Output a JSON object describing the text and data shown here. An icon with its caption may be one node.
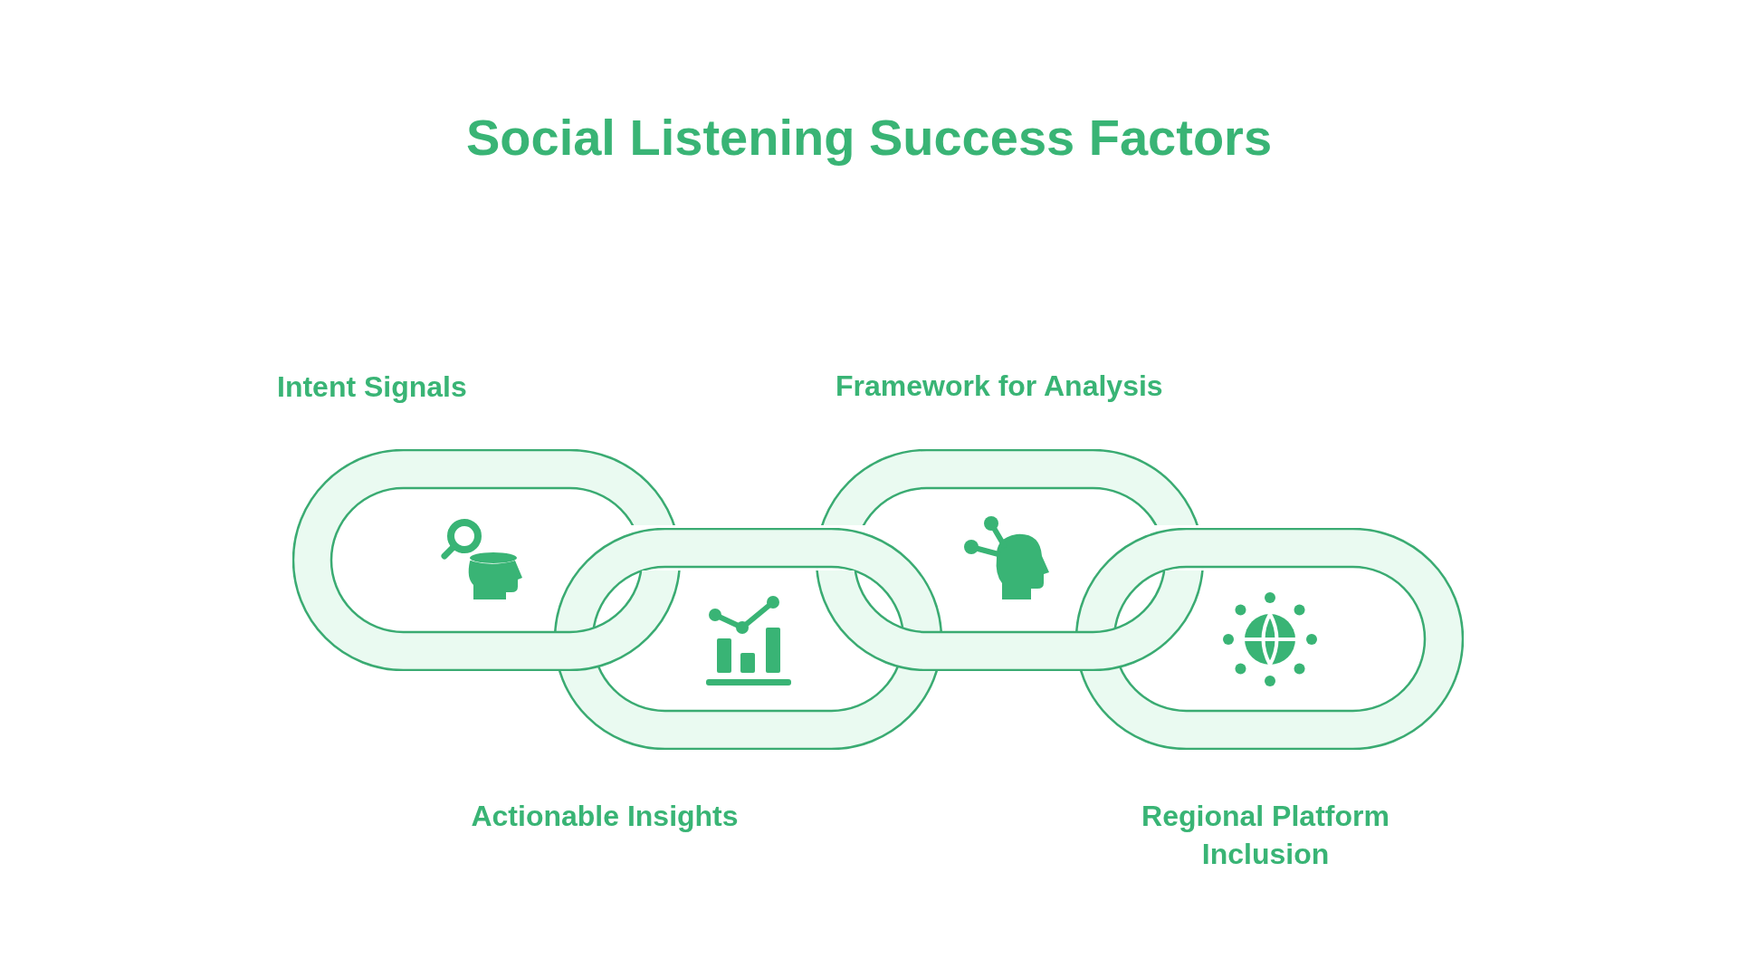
{
  "diagram": {
    "title": "Social Listening Success Factors",
    "nodes": [
      {
        "text": [
          "Intent Signals"
        ]
      },
      {
        "text": [
          "Actionable Insights"
        ]
      },
      {
        "text": [
          "Framework for Analysis"
        ]
      },
      {
        "text": [
          "Regional Platform Inclusion"
        ]
      }
    ]
  }
}
